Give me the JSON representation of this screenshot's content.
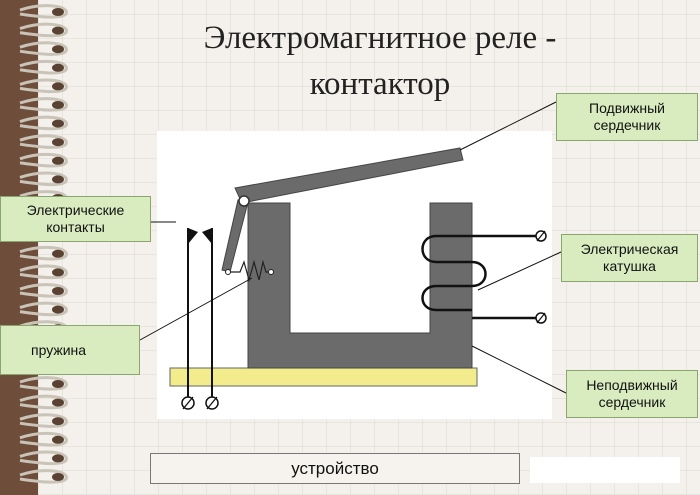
{
  "title": {
    "line1": "Электромагнитное реле -",
    "line2": "контактор"
  },
  "labels": {
    "moving_core": "Подвижный сердечник",
    "contacts": "Электрические контакты",
    "coil": "Электрическая катушка",
    "spring": "пружина",
    "fixed_core": "Неподвижный сердечник"
  },
  "caption": "устройство",
  "colors": {
    "background": "#6e4e3a",
    "paper": "#f4f1ec",
    "label_fill": "#d9ecc0",
    "core": "#6b6b6b",
    "base": "#f2ec8c"
  }
}
